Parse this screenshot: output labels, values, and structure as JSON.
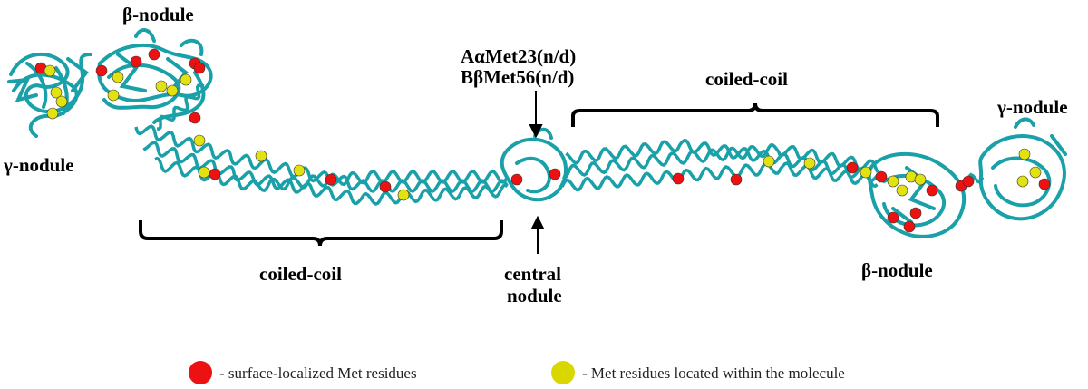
{
  "labels": {
    "beta_nodule_left": "β-nodule",
    "gamma_nodule_left": "γ-nodule",
    "met23": "AαMet23(n/d)",
    "met56": "BβMet56(n/d)",
    "coiled_coil_top": "coiled-coil",
    "gamma_nodule_right": "γ-nodule",
    "coiled_coil_bottom": "coiled-coil",
    "central_nodule_line1": "central",
    "central_nodule_line2": "nodule",
    "beta_nodule_right": "β-nodule"
  },
  "legend": {
    "surface": {
      "text": "- surface-localized Met residues",
      "color": "#ee1111"
    },
    "internal": {
      "text": "- Met residues located within the molecule",
      "color": "#d8d800"
    }
  },
  "colors": {
    "ribbon": "#1aa0a8",
    "ribbon_dark": "#0e7f86",
    "met_surface": "#ee1111",
    "met_internal": "#e2e210"
  }
}
